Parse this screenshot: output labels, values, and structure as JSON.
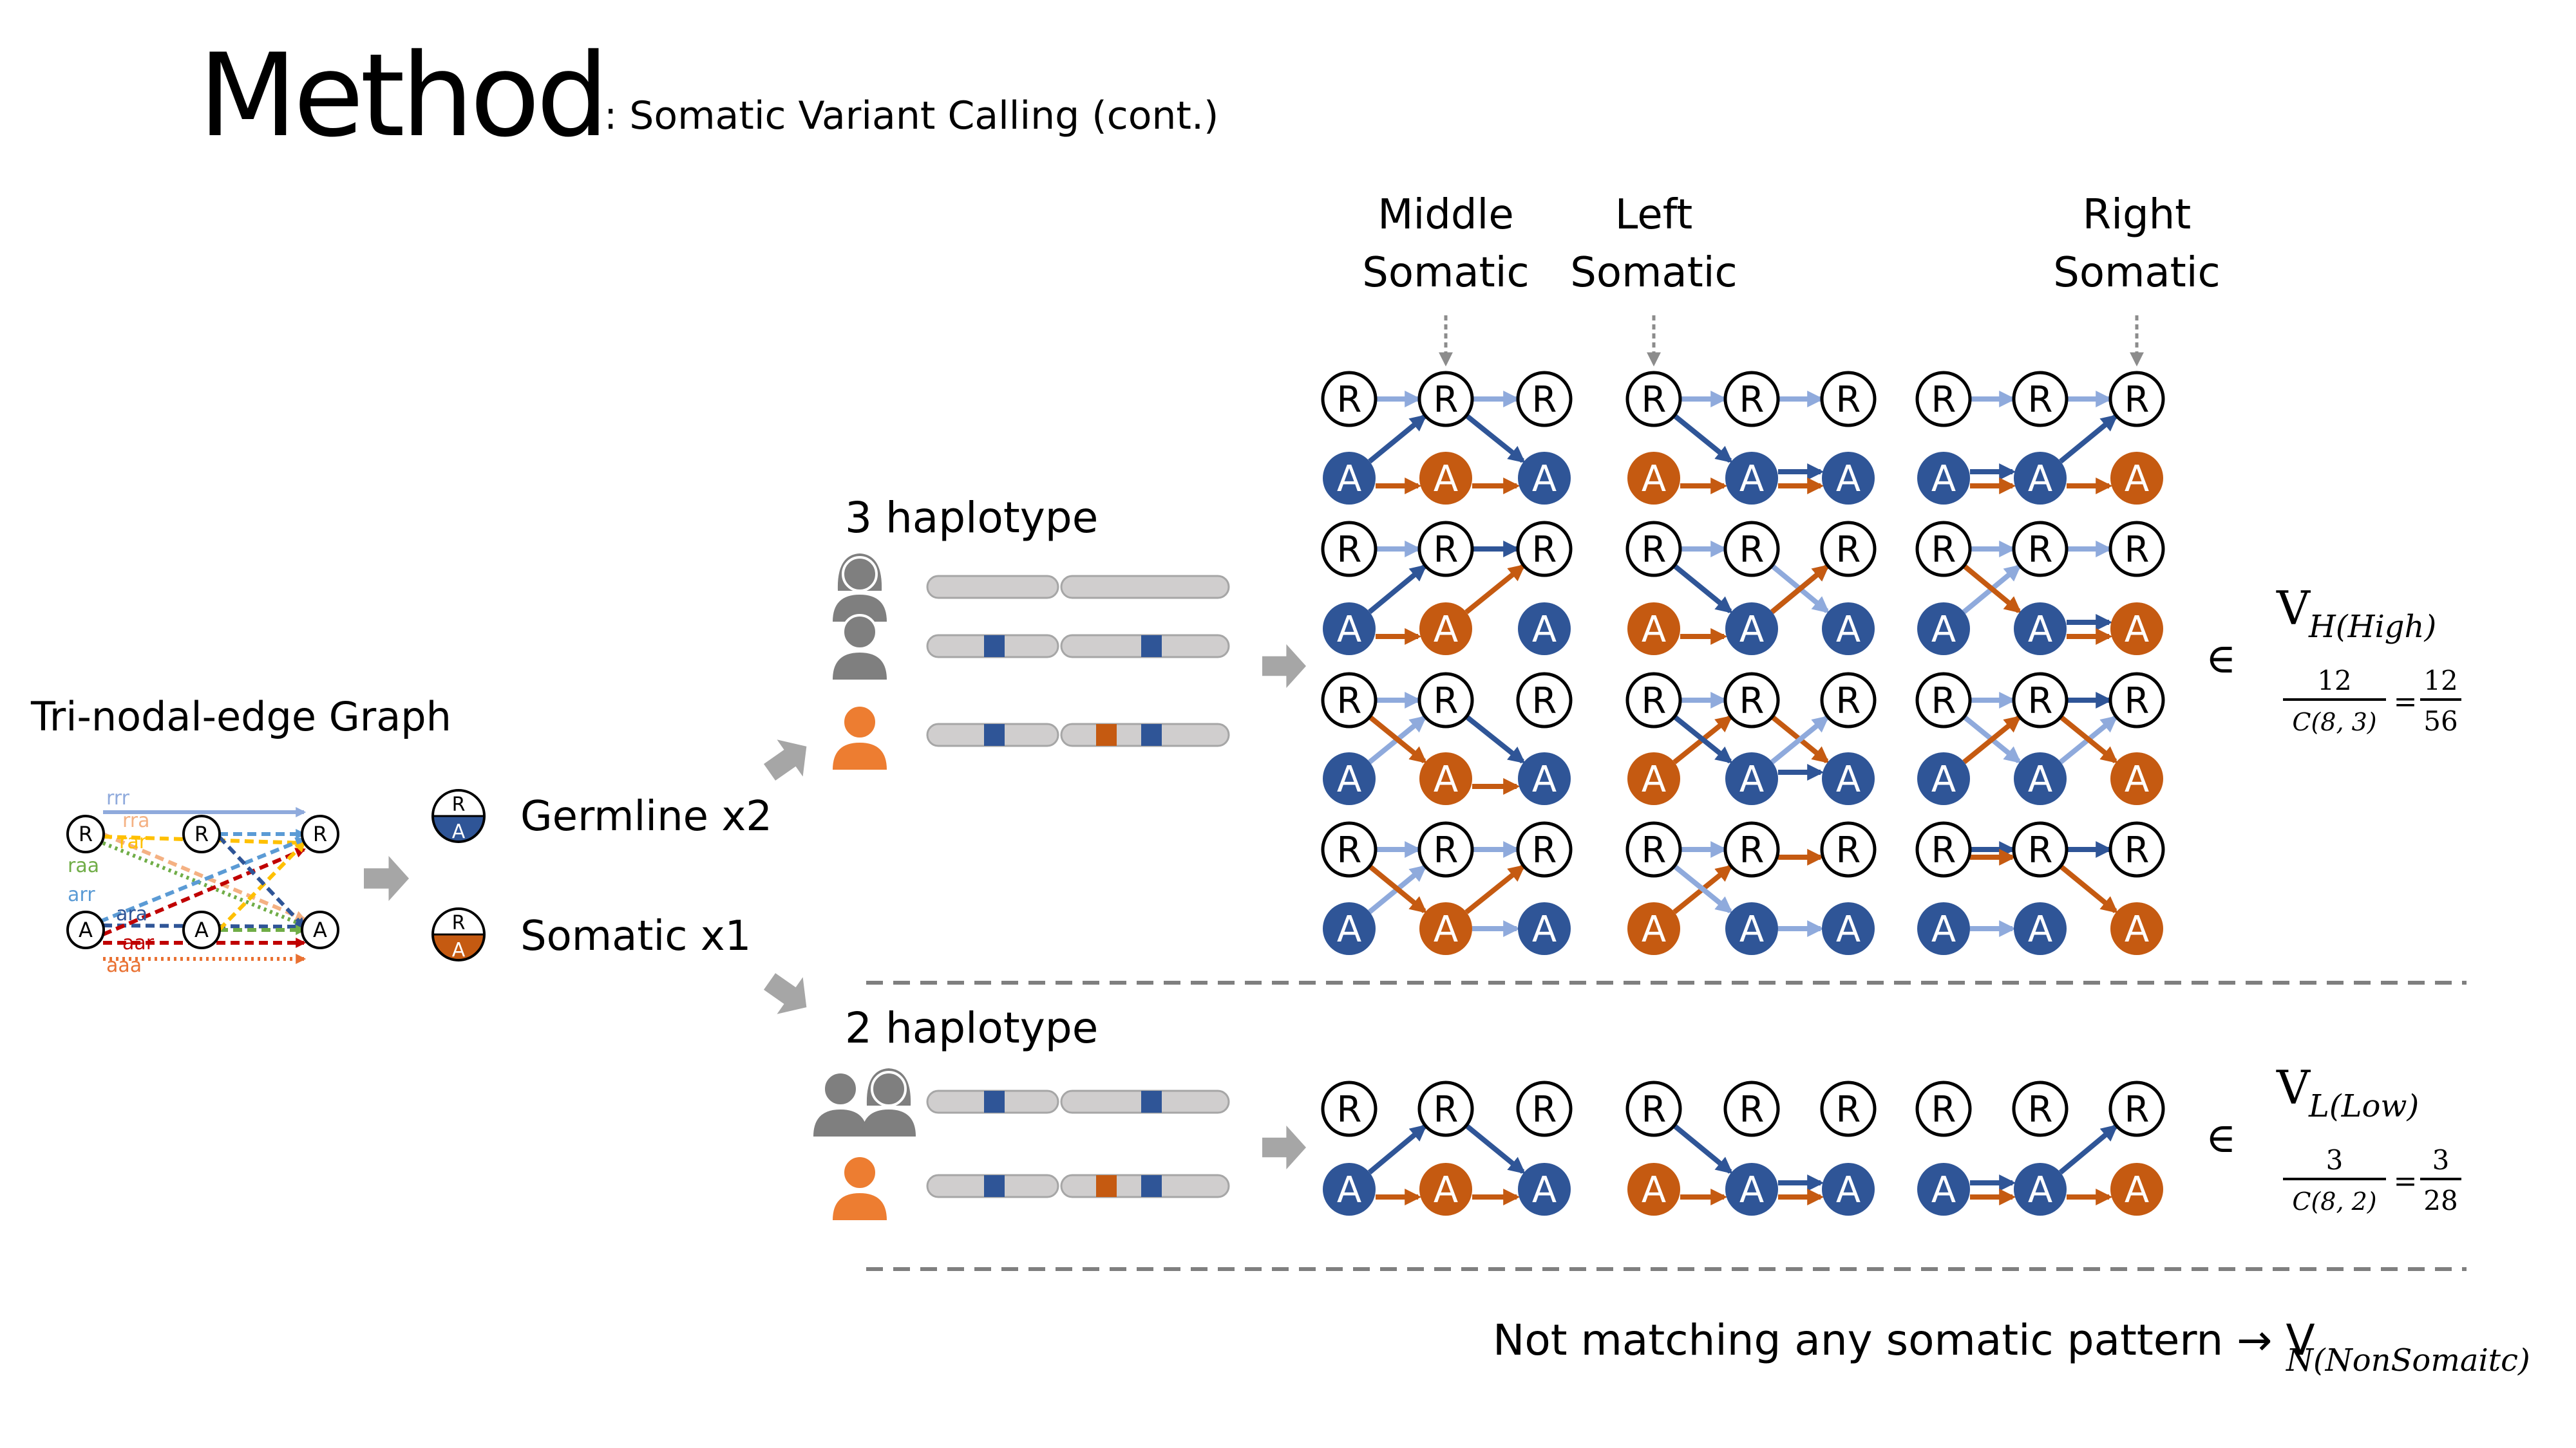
{
  "title": "Method",
  "subtitle": ": Somatic Variant Calling (cont.)",
  "graph": {
    "label": "Tri-nodal-edge Graph",
    "node_r": "R",
    "node_a": "A",
    "edges": [
      {
        "label": "rrr",
        "color": "#8faadc"
      },
      {
        "label": "rra",
        "color": "#f4b183"
      },
      {
        "label": "rar",
        "color": "#ffc000"
      },
      {
        "label": "raa",
        "color": "#70ad47"
      },
      {
        "label": "arr",
        "color": "#5b9bd5"
      },
      {
        "label": "ara",
        "color": "#2f5597"
      },
      {
        "label": "aar",
        "color": "#c00000"
      },
      {
        "label": "aaa",
        "color": "#e97132"
      }
    ]
  },
  "legend": {
    "germline_label": "Germline x2",
    "somatic_label": "Somatic x1",
    "top": "R",
    "bottom": "A"
  },
  "haplo3": {
    "label": "3 haplotype"
  },
  "haplo2": {
    "label": "2 haplotype"
  },
  "columns": {
    "middle_l1": "Middle",
    "middle_l2": "Somatic",
    "left_l1": "Left",
    "left_l2": "Somatic",
    "right_l1": "Right",
    "right_l2": "Somatic"
  },
  "node_r": "R",
  "node_a": "A",
  "formula_high": {
    "symbol": "∈",
    "v": "V",
    "sub": "H(High)",
    "num": "12",
    "den": "C(8, 3)",
    "eq": "=",
    "num2": "12",
    "den2": "56"
  },
  "formula_low": {
    "symbol": "∈",
    "v": "V",
    "sub": "L(Low)",
    "num": "3",
    "den": "C(8, 2)",
    "eq": "=",
    "num2": "3",
    "den2": "28"
  },
  "footer": {
    "text": "Not matching any somatic pattern → V",
    "sub": "N(NonSomaitc)"
  },
  "colors": {
    "blue": "#2f5597",
    "orange": "#c55a11",
    "light_blue": "#8faadc",
    "person_orange": "#ed7d31",
    "gray": "#7f7f7f",
    "bar": "#d0cece",
    "dash": "#7f7f7f"
  }
}
